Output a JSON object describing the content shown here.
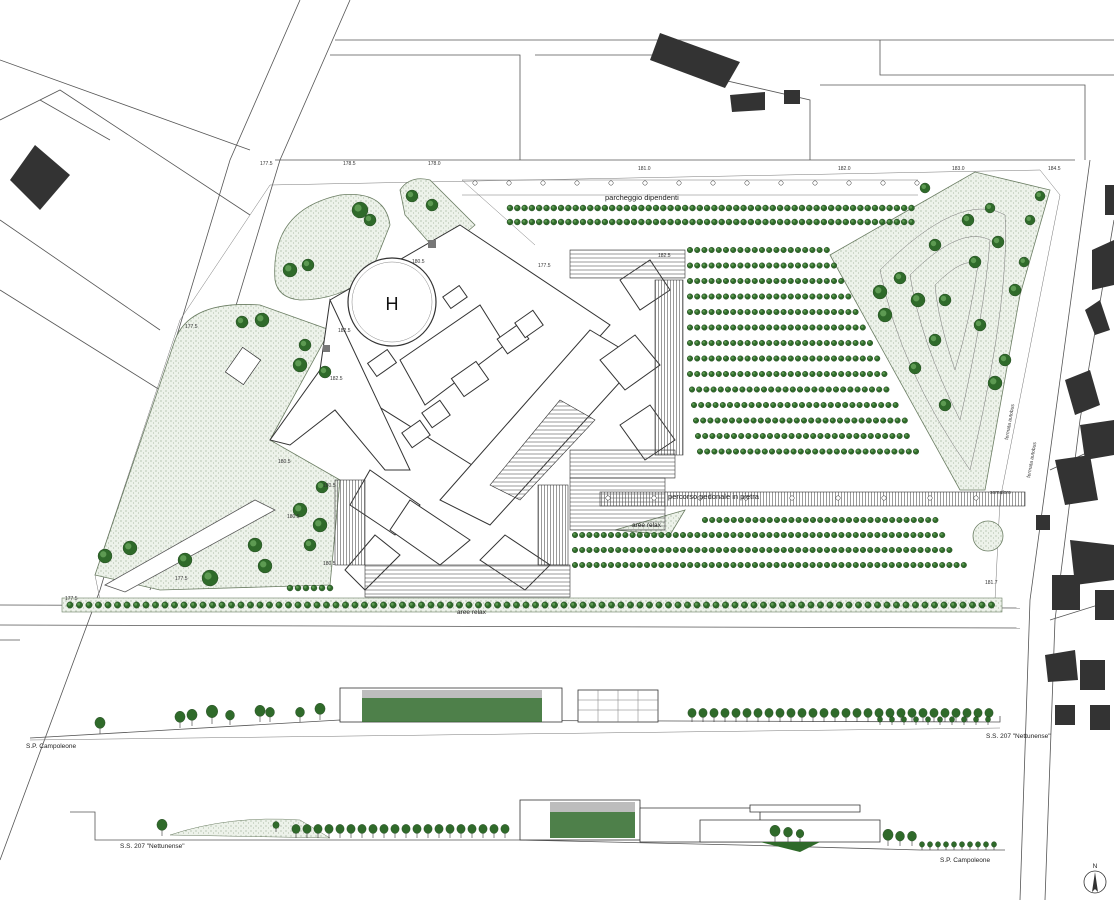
{
  "plan": {
    "helipad_letter": "H",
    "labels": {
      "parcheggio_dipendenti": "parcheggio dipendenti",
      "percorso_pedonale": "percorso pedonale in pietra",
      "aree_relax_mid": "aree relax",
      "aree_relax_bottom": "aree relax",
      "fermata_autobus_1": "fermata autobus",
      "fermata_autobus_2": "fermata autobus",
      "semaforo": "semaforo"
    },
    "elevations": {
      "e1": "177.5",
      "e2": "178.5",
      "e3": "178.0",
      "e4": "181.0",
      "e5": "182.0",
      "e6": "183.0",
      "e7": "184.5",
      "e8": "180.5",
      "e9": "182.5",
      "e10": "177.5",
      "e11": "182.5",
      "e12": "182.5",
      "e13": "177.5",
      "e14": "180.5",
      "e15": "180.5",
      "e16": "180.5",
      "e17": "180.5",
      "e18": "177.5",
      "e19": "177.5",
      "e20": "181.7"
    }
  },
  "section_top": {
    "left_label": "S.P. Campoleone",
    "right_label": "S.S. 207 \"Nettunense\""
  },
  "section_bottom": {
    "left_label": "S.S. 207 \"Nettunense\"",
    "right_label": "S.P. Campoleone"
  },
  "north_arrow": {
    "letter": "N"
  },
  "colors": {
    "vegetation": "#2f6a2a",
    "vegetation_light": "#e9efe6",
    "buildings_dark": "#333333",
    "lines": "#555555"
  },
  "icons": {
    "north": "north-arrow-icon",
    "tree": "tree-icon"
  }
}
